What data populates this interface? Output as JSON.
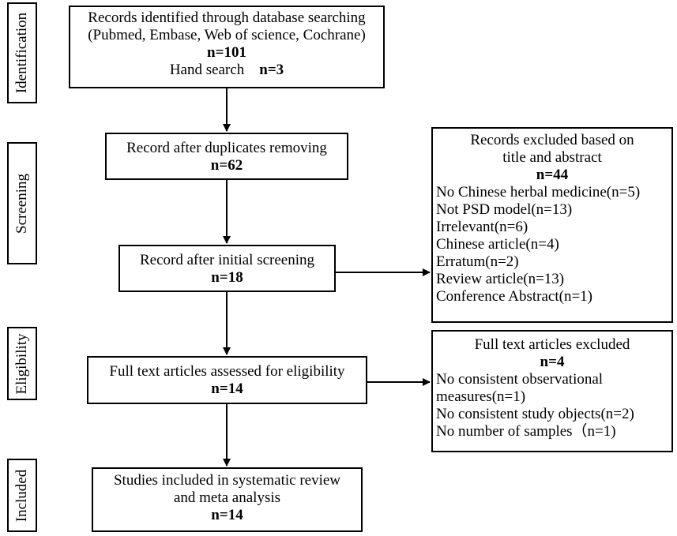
{
  "stages": {
    "identification": "Identification",
    "screening": "Screening",
    "eligibility": "Eligibility",
    "included": "Included"
  },
  "identification_box": {
    "line1": "Records identified through database searching",
    "line2": "(Pubmed, Embase, Web of science, Cochrane)",
    "count": "n=101",
    "hand_label": "Hand search",
    "hand_count": "n=3"
  },
  "duplicates_box": {
    "line1": "Record after duplicates removing",
    "count": "n=62"
  },
  "screening_box": {
    "line1": "Record after initial screening",
    "count": "n=18"
  },
  "excluded_title_box": {
    "line1": "Records excluded based on",
    "line2": "title and abstract",
    "count": "n=44",
    "items": [
      "No Chinese herbal medicine(n=5)",
      "Not PSD model(n=13)",
      "Irrelevant(n=6)",
      "Chinese article(n=4)",
      "Erratum(n=2)",
      "Review article(n=13)",
      "Conference Abstract(n=1)"
    ]
  },
  "eligibility_box": {
    "line1": "Full text articles assessed for eligibility",
    "count": "n=14"
  },
  "excluded_full_box": {
    "line1": "Full text articles excluded",
    "count": "n=4",
    "items": [
      "No consistent observational",
      "measures(n=1)",
      "No consistent study objects(n=2)",
      "No number of samples（n=1)"
    ]
  },
  "included_box": {
    "line1": "Studies included in systematic review",
    "line2": "and meta analysis",
    "count": "n=14"
  }
}
